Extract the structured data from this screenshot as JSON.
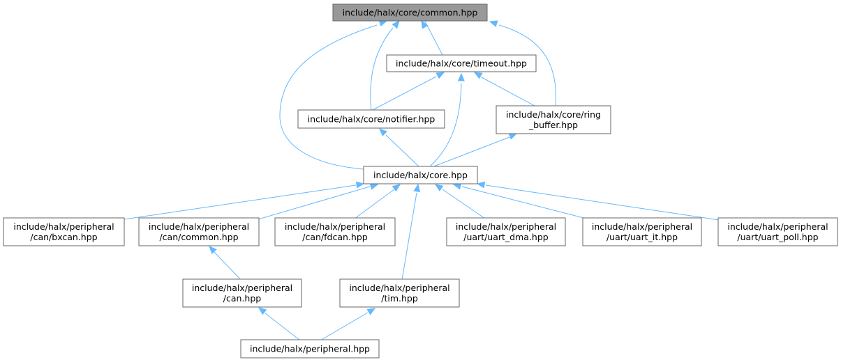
{
  "colors": {
    "root_fill": "#999999",
    "node_fill": "#ffffff",
    "node_border": "#666666",
    "edge": "#63b8ff"
  },
  "nodes": {
    "common": {
      "lines": [
        "include/halx/core/common.hpp"
      ]
    },
    "timeout": {
      "lines": [
        "include/halx/core/timeout.hpp"
      ]
    },
    "notifier": {
      "lines": [
        "include/halx/core/notifier.hpp"
      ]
    },
    "ring_buffer": {
      "lines": [
        "include/halx/core/ring",
        "_buffer.hpp"
      ]
    },
    "core": {
      "lines": [
        "include/halx/core.hpp"
      ]
    },
    "bxcan": {
      "lines": [
        "include/halx/peripheral",
        "/can/bxcan.hpp"
      ]
    },
    "can_common": {
      "lines": [
        "include/halx/peripheral",
        "/can/common.hpp"
      ]
    },
    "fdcan": {
      "lines": [
        "include/halx/peripheral",
        "/can/fdcan.hpp"
      ]
    },
    "uart_dma": {
      "lines": [
        "include/halx/peripheral",
        "/uart/uart_dma.hpp"
      ]
    },
    "uart_it": {
      "lines": [
        "include/halx/peripheral",
        "/uart/uart_it.hpp"
      ]
    },
    "uart_poll": {
      "lines": [
        "include/halx/peripheral",
        "/uart/uart_poll.hpp"
      ]
    },
    "can": {
      "lines": [
        "include/halx/peripheral",
        "/can.hpp"
      ]
    },
    "tim": {
      "lines": [
        "include/halx/peripheral",
        "/tim.hpp"
      ]
    },
    "peripheral": {
      "lines": [
        "include/halx/peripheral.hpp"
      ]
    }
  },
  "edges": [
    {
      "from": "common",
      "to": "timeout"
    },
    {
      "from": "common",
      "to": "notifier"
    },
    {
      "from": "common",
      "to": "ring_buffer"
    },
    {
      "from": "common",
      "to": "core"
    },
    {
      "from": "timeout",
      "to": "notifier"
    },
    {
      "from": "timeout",
      "to": "ring_buffer"
    },
    {
      "from": "timeout",
      "to": "core"
    },
    {
      "from": "notifier",
      "to": "core"
    },
    {
      "from": "ring_buffer",
      "to": "core"
    },
    {
      "from": "core",
      "to": "bxcan"
    },
    {
      "from": "core",
      "to": "can_common"
    },
    {
      "from": "core",
      "to": "fdcan"
    },
    {
      "from": "core",
      "to": "uart_dma"
    },
    {
      "from": "core",
      "to": "uart_it"
    },
    {
      "from": "core",
      "to": "uart_poll"
    },
    {
      "from": "core",
      "to": "tim"
    },
    {
      "from": "can_common",
      "to": "can"
    },
    {
      "from": "can",
      "to": "peripheral"
    },
    {
      "from": "tim",
      "to": "peripheral"
    }
  ]
}
